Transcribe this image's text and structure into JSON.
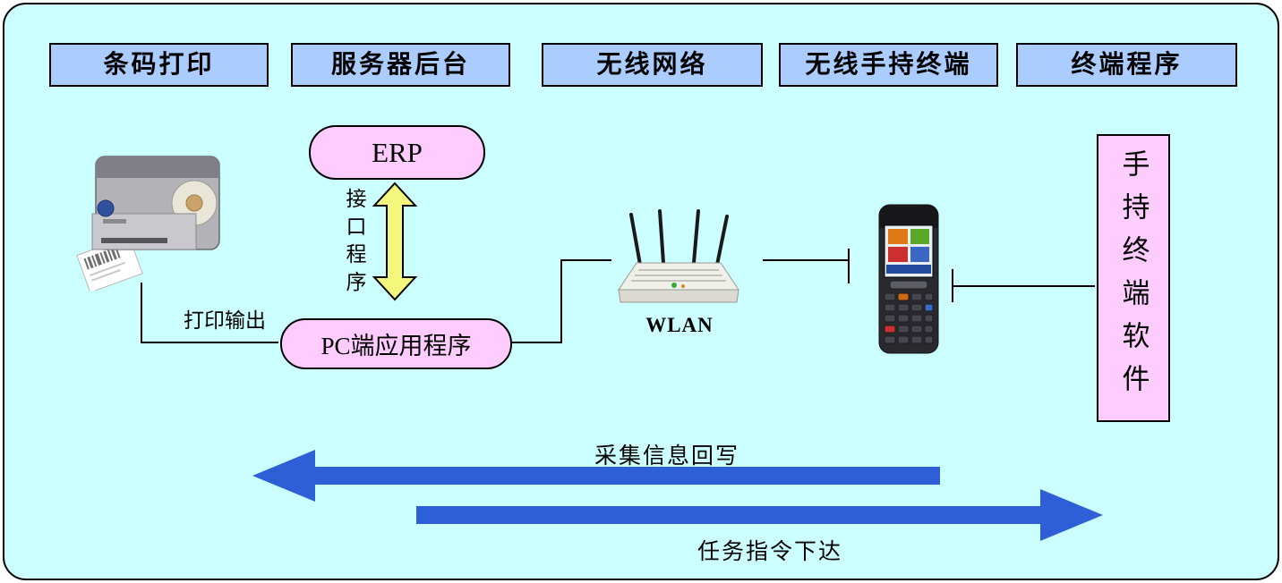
{
  "colors": {
    "background": "#CCFFFF",
    "header_fill": "#AACCFF",
    "node_fill": "#FFCCFF",
    "yellow_arrow": "#F3F87C",
    "blue_arrow": "#2E5FD6",
    "line": "#000000"
  },
  "headers": [
    {
      "label": "条码打印"
    },
    {
      "label": "服务器后台"
    },
    {
      "label": "无线网络"
    },
    {
      "label": "无线手持终端"
    },
    {
      "label": "终端程序"
    }
  ],
  "nodes": {
    "erp_label": "ERP",
    "interface_program_label": "接口程序",
    "pc_app_label": "PC端应用程序",
    "print_output_label": "打印输出",
    "wlan_label": "WLAN",
    "terminal_software_label": "手持终端软件"
  },
  "flows": {
    "collect_writeback_label": "采集信息回写",
    "task_dispatch_label": "任务指令下达"
  },
  "images": {
    "printer": "barcode-printer-image",
    "router": "wlan-router-image",
    "handheld": "handheld-terminal-image"
  }
}
